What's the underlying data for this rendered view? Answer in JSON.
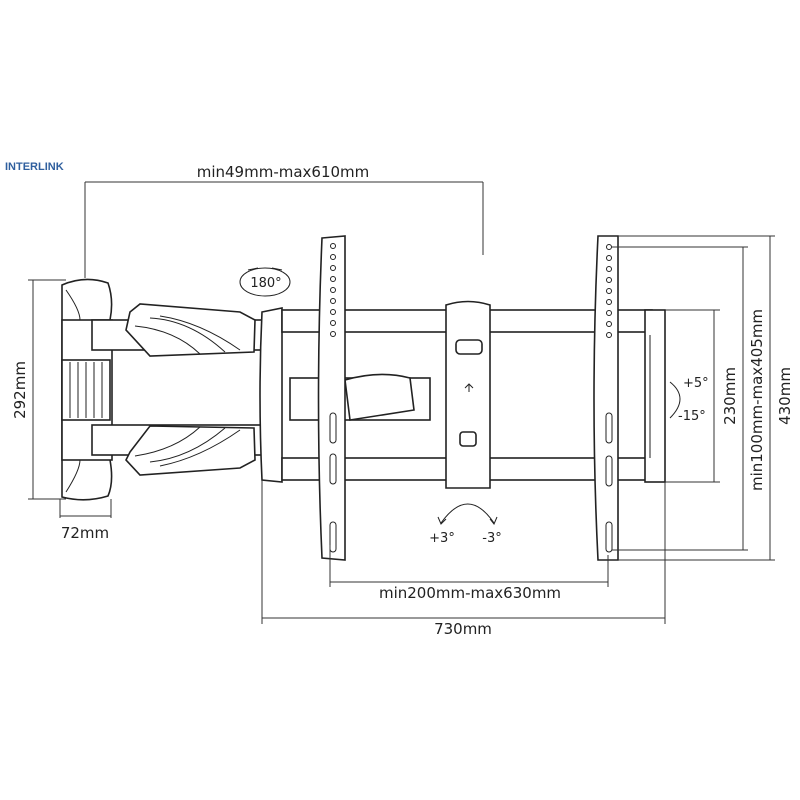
{
  "brand": "INTERLINK",
  "dimensions": {
    "extension": "min49mm-max610mm",
    "wall_plate_height": "292mm",
    "wall_plate_width": "72mm",
    "vesa_horizontal": "min200mm-max630mm",
    "total_width": "730mm",
    "tilt_bracket_height": "230mm",
    "vesa_vertical": "min100mm-max405mm",
    "total_height": "430mm"
  },
  "angles": {
    "swivel": "180°",
    "tilt_up": "+5°",
    "tilt_down": "-15°",
    "rotate_plus": "+3°",
    "rotate_minus": "-3°"
  }
}
